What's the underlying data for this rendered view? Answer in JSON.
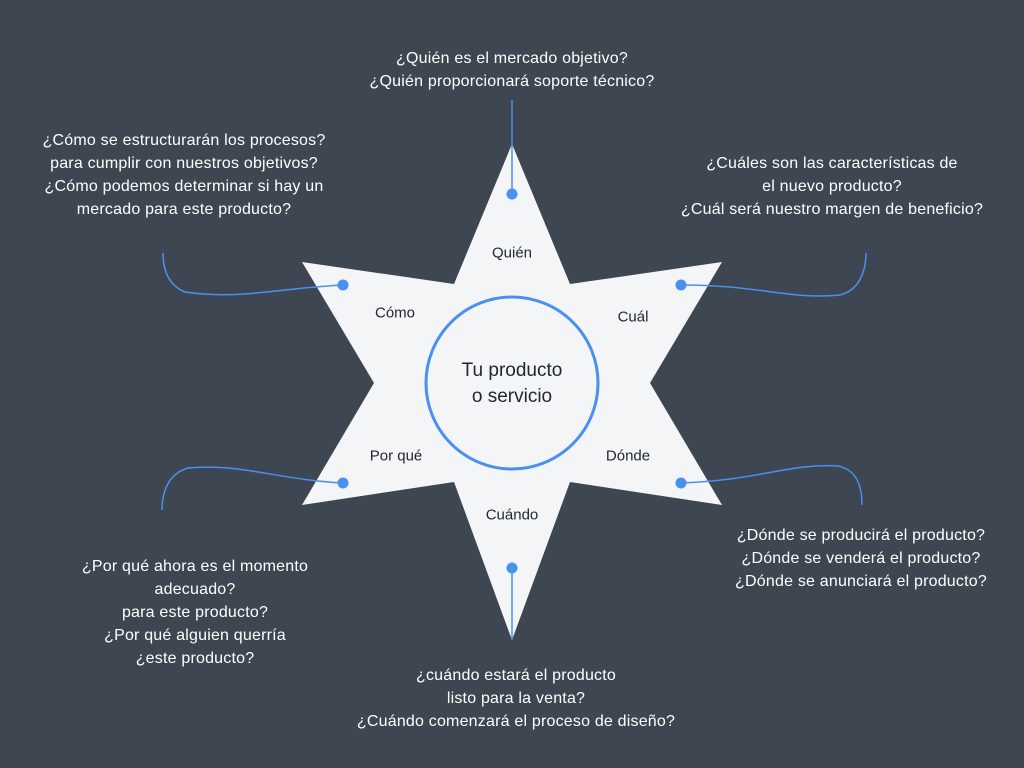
{
  "center": {
    "line1": "Tu producto",
    "line2": "o servicio"
  },
  "points": {
    "quien": "Quién",
    "cual": "Cuál",
    "donde": "Dónde",
    "cuando": "Cuándo",
    "porque": "Por qué",
    "como": "Cómo"
  },
  "questions": {
    "quien": [
      "¿Quién es el mercado objetivo?",
      "¿Quién proporcionará soporte técnico?"
    ],
    "cual": [
      "¿Cuáles son las características de",
      "el nuevo producto?",
      "¿Cuál será nuestro margen de beneficio?"
    ],
    "donde": [
      "¿Dónde se producirá el producto?",
      "¿Dónde se venderá el producto?",
      "¿Dónde se anunciará el producto?"
    ],
    "cuando": [
      "¿cuándo estará el producto",
      "listo para la venta?",
      "¿Cuándo comenzará el proceso de diseño?"
    ],
    "porque": [
      "¿Por qué ahora es el momento",
      "adecuado?",
      "para este producto?",
      "¿Por qué alguien querría",
      "¿este producto?"
    ],
    "como": [
      "¿Cómo se estructurarán los procesos?",
      "para cumplir con nuestros objetivos?",
      "¿Cómo podemos determinar si hay un",
      "mercado para este producto?"
    ]
  },
  "colors": {
    "background": "#3d4651",
    "star": "#f4f5f6",
    "accent": "#4a90f0",
    "text": "#ffffff"
  }
}
